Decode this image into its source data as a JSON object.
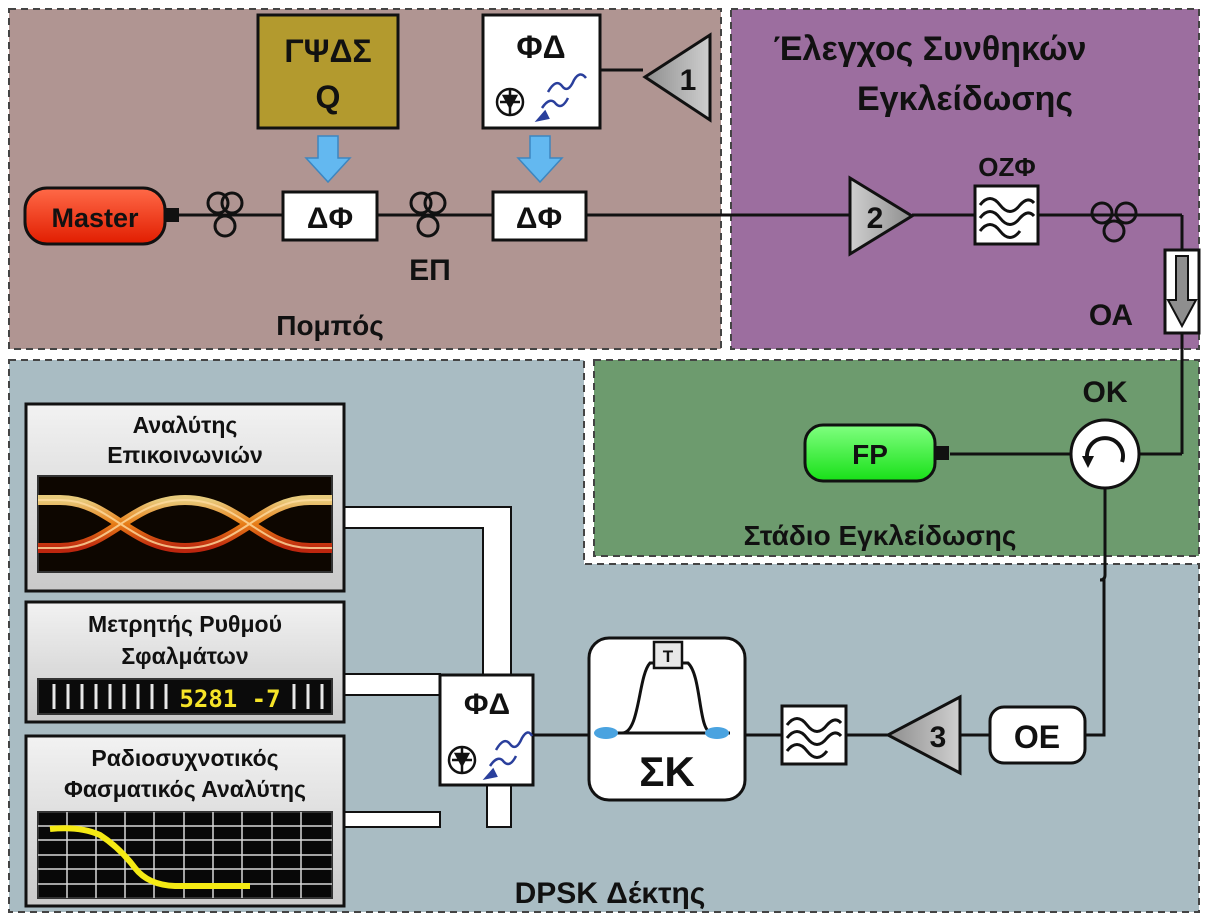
{
  "regions": {
    "transmitter": "Πομπός",
    "lock_control": [
      "Έλεγχος Συνθηκών",
      "Εγκλείδωσης"
    ],
    "lock_stage": "Στάδιο Εγκλείδωσης",
    "receiver": "DPSK Δέκτης"
  },
  "transmitter": {
    "master": "Master",
    "prbs_line1": "ΓΨΔΣ",
    "prbs_line2": "Q",
    "modulator_1": "ΔΦ",
    "modulator_2": "ΔΦ",
    "polarization_controller": "ΕΠ",
    "photodiode": "ΦΔ",
    "amplifier_1": "1"
  },
  "lock_control": {
    "amplifier_2": "2",
    "filter": "ΟΖΦ",
    "attenuator": "ΟΑ"
  },
  "lock_stage": {
    "circulator": "ΟΚ",
    "fp_laser": "FP"
  },
  "receiver": {
    "comm_analyzer": [
      "Αναλύτης",
      "Επικοινωνιών"
    ],
    "ber_counter": [
      "Μετρητής Ρυθμού",
      "Σφαλμάτων"
    ],
    "ber_readout": "5281 -7",
    "rf_analyzer": [
      "Ραδιοσυχνοτικός",
      "Φασματικός Αναλύτης"
    ],
    "photodiode": "ΦΔ",
    "delay_interferometer": "ΣΚ",
    "delay_label": "T",
    "amplifier_3": "3",
    "optical_output": "ΟΕ"
  },
  "colors": {
    "transmitter_bg": "#b09592",
    "lock_control_bg": "#9c6e9f",
    "lock_stage_bg": "#6d9b6e",
    "receiver_bg": "#a9bcc3",
    "master_fill": "#ff3214",
    "fp_fill": "#3dff3d",
    "prbs_fill": "#b39a2e",
    "arrow_fill": "#63b8f0",
    "readout_text": "#f6e428",
    "rf_trace": "#f5ea14"
  }
}
